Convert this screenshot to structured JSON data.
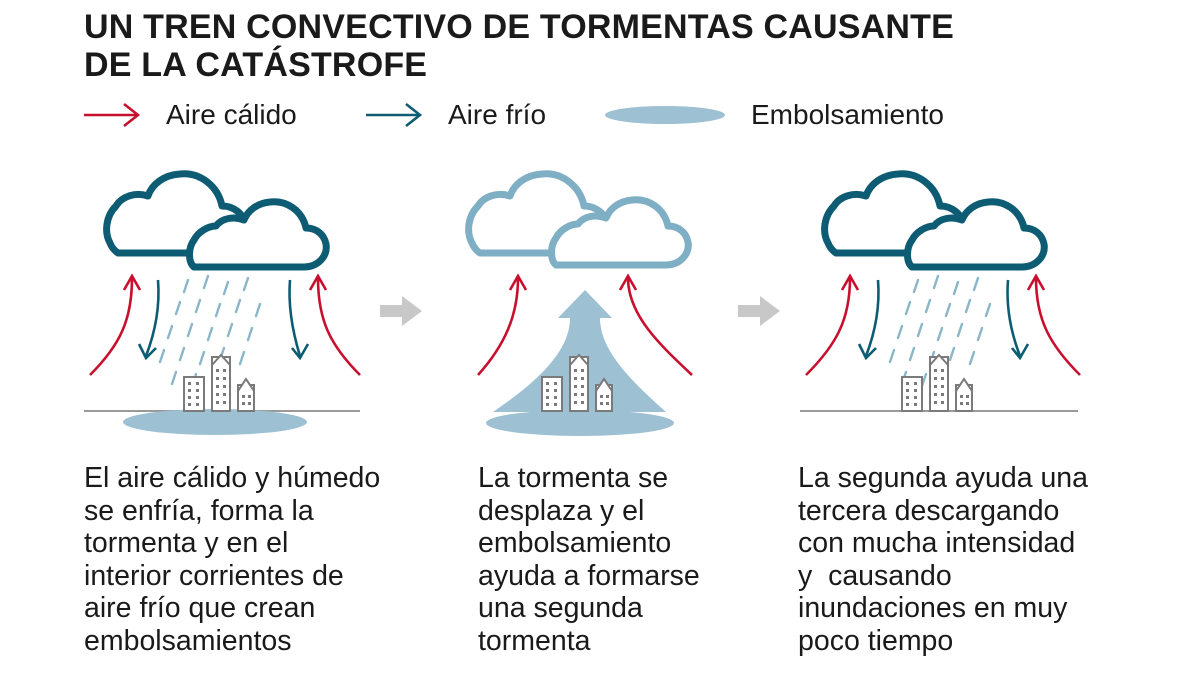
{
  "title": {
    "line1": "UN TREN CONVECTIVO DE TORMENTAS CAUSANTE",
    "line2": "DE LA CATÁSTROFE"
  },
  "legend": {
    "warm_air": "Aire cálido",
    "cold_air": "Aire frío",
    "pooling": "Embolsamiento"
  },
  "colors": {
    "warm": "#c8102e",
    "cold": "#0d5c73",
    "cloud_dark": "#0d5c73",
    "cloud_light": "#7fafc4",
    "rain": "#8ab6ca",
    "pool": "#9dc0d3",
    "arrow_grey": "#c8c8c8"
  },
  "captions": {
    "step1": [
      "El aire cálido y húmedo",
      "se enfría, forma la",
      "tormenta y en el",
      "interior corrientes de",
      "aire frío que crean",
      "embolsamientos"
    ],
    "step2": [
      "La tormenta se",
      "desplaza y el",
      "embolsamiento",
      "ayuda a formarse",
      "una segunda",
      "tormenta"
    ],
    "step3": [
      "La segunda ayuda una",
      "tercera descargando",
      "con mucha intensidad",
      "y  causando",
      "inundaciones en muy",
      "poco tiempo"
    ]
  }
}
